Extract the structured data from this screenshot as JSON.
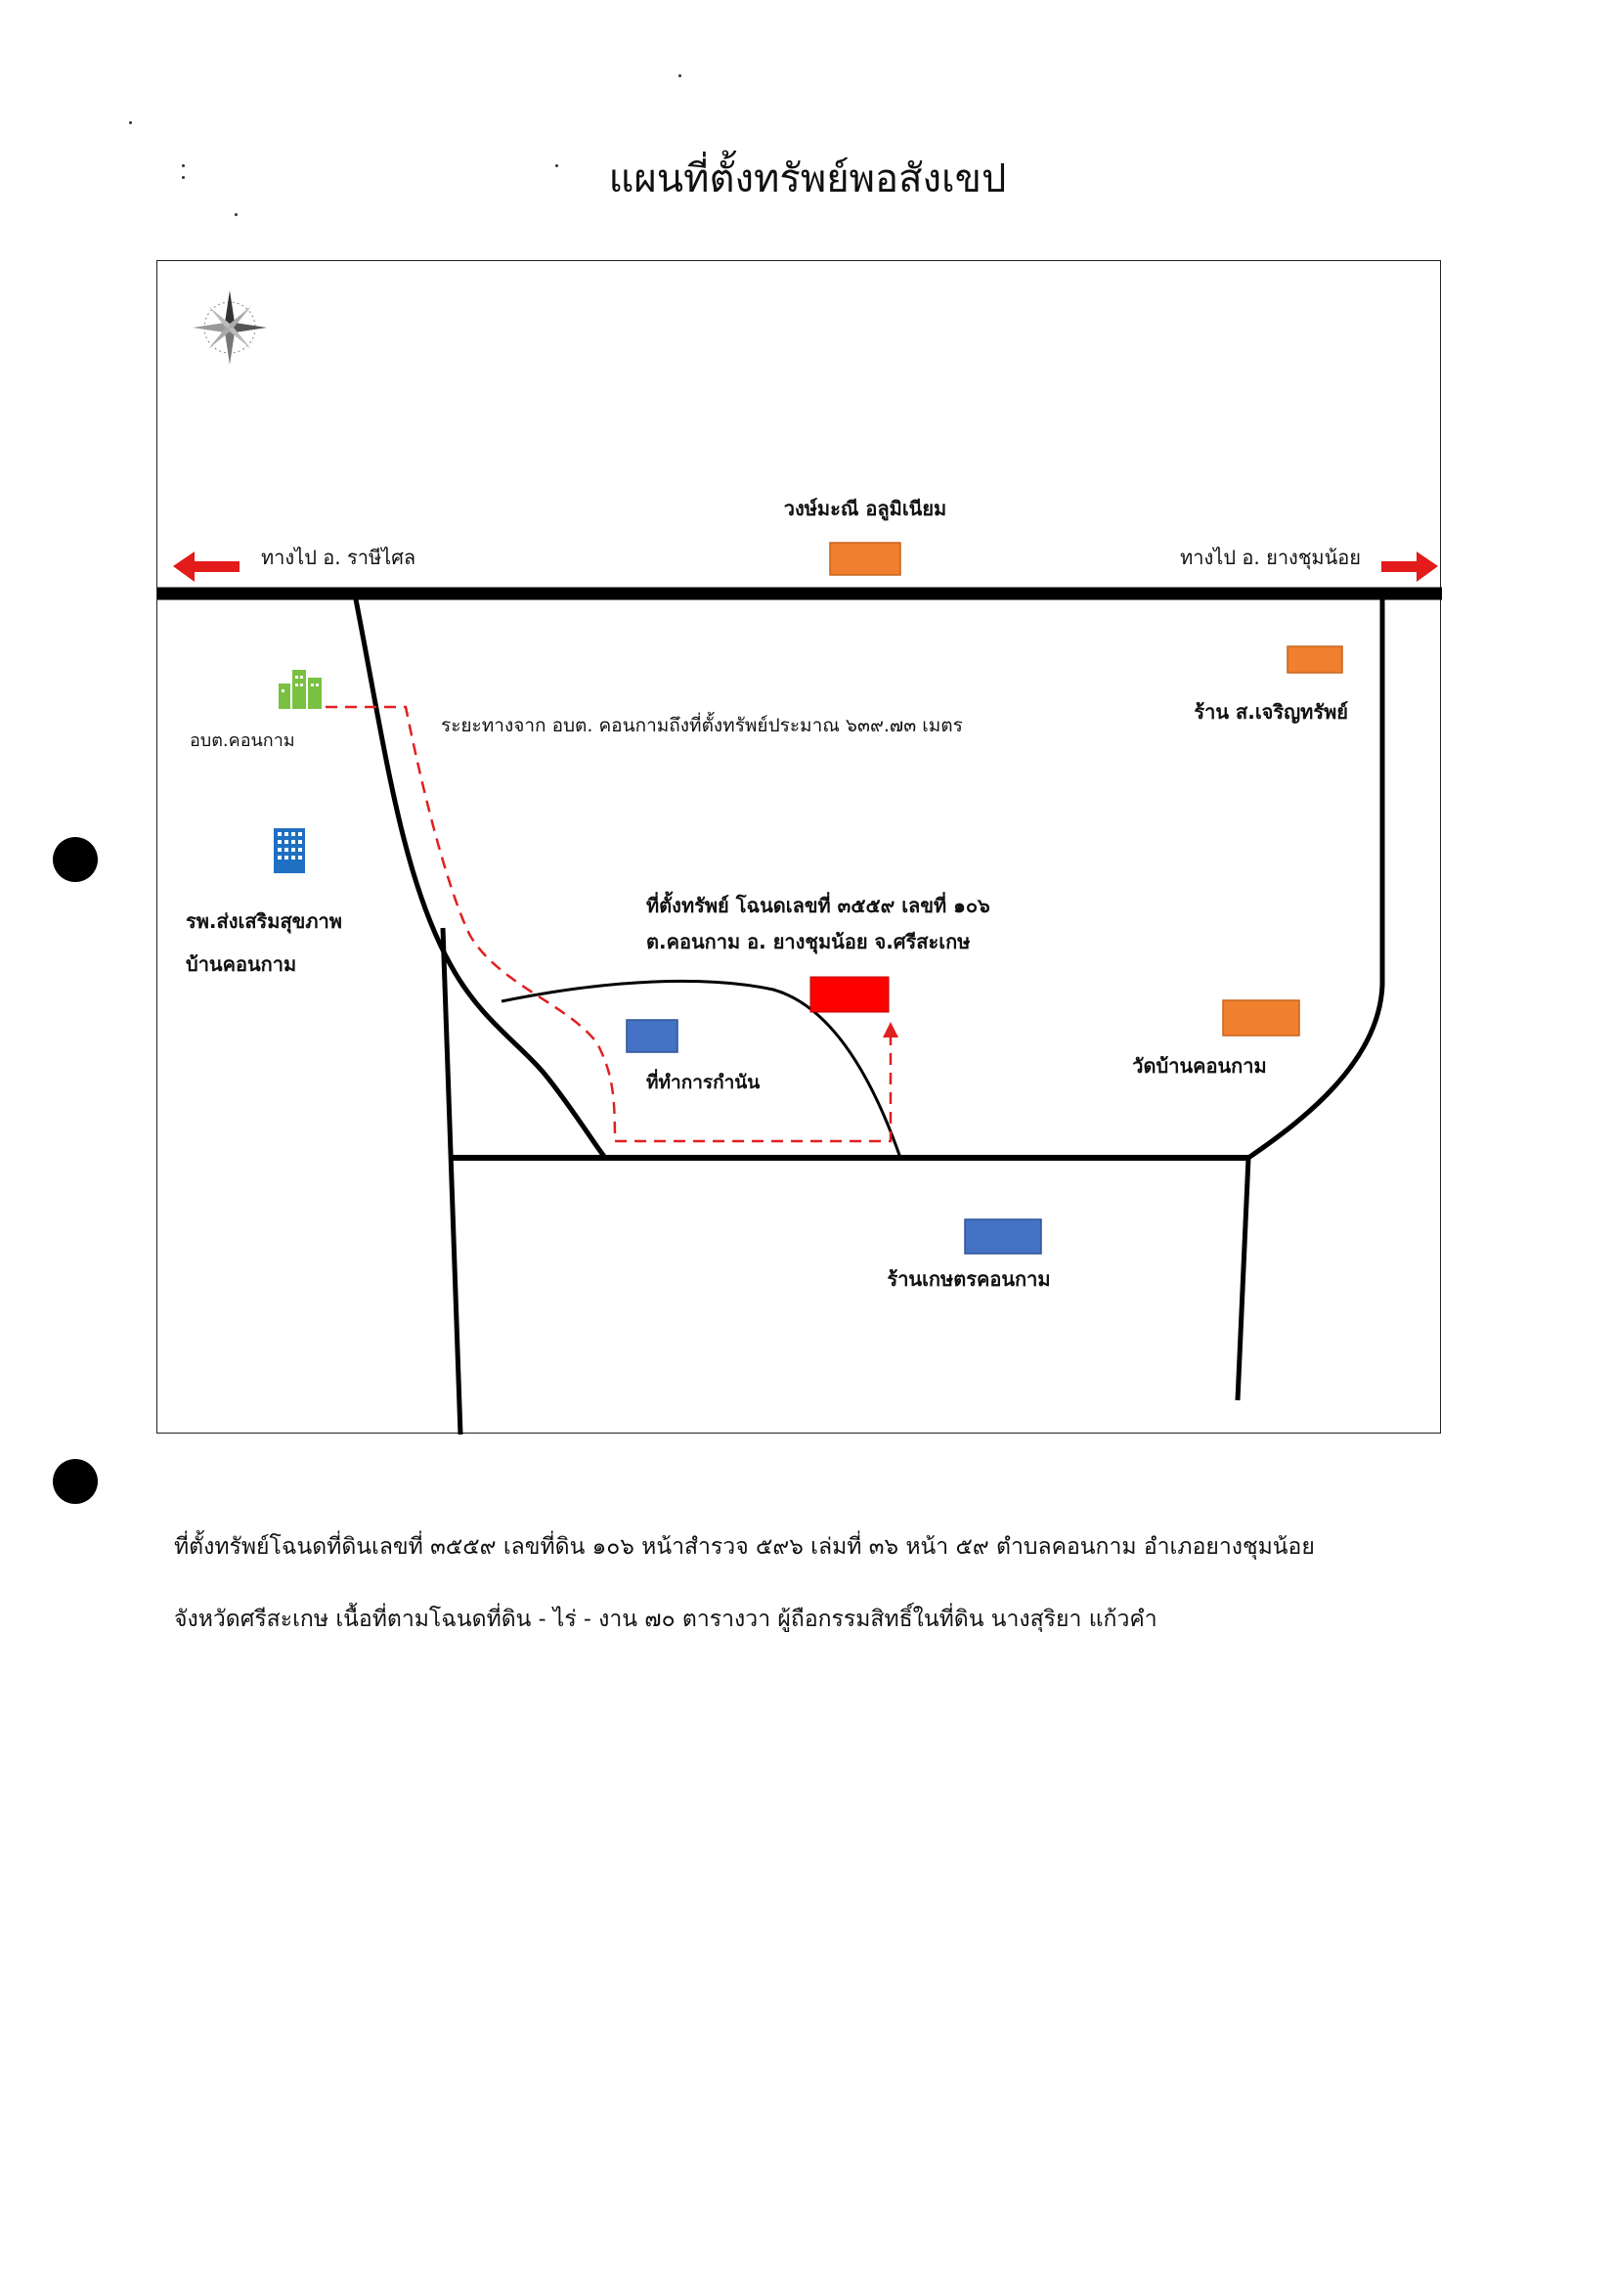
{
  "title": "แผนที่ตั้งทรัพย์พอสังเขป",
  "map": {
    "road_top_left_label": "ทางไป อ. ราษีไศล",
    "road_top_right_label": "ทางไป อ. ยางชุมน้อย",
    "landmarks": {
      "aluminium_shop": "วงษ์มะณี อลูมิเนียม",
      "sao_office": "อบต.คอนกาม",
      "hospital_line1": "รพ.ส่งเสริมสุขภาพ",
      "hospital_line2": "บ้านคอนกาม",
      "shop_charoen": "ร้าน ส.เจริญทรัพย์",
      "temple": "วัดบ้านคอนกาม",
      "headman_office": "ที่ทำการกำนัน",
      "farm_shop": "ร้านเกษตรคอนกาม"
    },
    "distance_note": "ระยะทางจาก อบต. คอนกามถึงที่ตั้งทรัพย์ประมาณ ๖๓๙.๗๓ เมตร",
    "property_line1": "ที่ตั้งทรัพย์ โฉนดเลขที่ ๓๕๕๙ เลขที่ ๑๐๖",
    "property_line2": "ต.คอนกาม อ. ยางชุมน้อย จ.ศรีสะเกษ",
    "colors": {
      "orange": "#f07f2e",
      "blue": "#4472c4",
      "red": "#ff0000",
      "route_red": "#e02020",
      "green": "#7ac142",
      "road": "#000000"
    },
    "icons": [
      "compass-rose-icon",
      "building-green-icon",
      "building-blue-icon",
      "arrow-left-icon",
      "arrow-right-icon"
    ]
  },
  "description": {
    "line1": "ที่ตั้งทรัพย์โฉนดที่ดินเลขที่ ๓๕๕๙ เลขที่ดิน ๑๐๖ หน้าสำรวจ ๕๙๖ เล่มที่ ๓๖ หน้า ๕๙ ตำบลคอนกาม อำเภอยางชุมน้อย",
    "line2": "จังหวัดศรีสะเกษ เนื้อที่ตามโฉนดที่ดิน - ไร่ - งาน ๗๐ ตารางวา ผู้ถือกรรมสิทธิ์ในที่ดิน นางสุริยา แก้วคำ"
  }
}
